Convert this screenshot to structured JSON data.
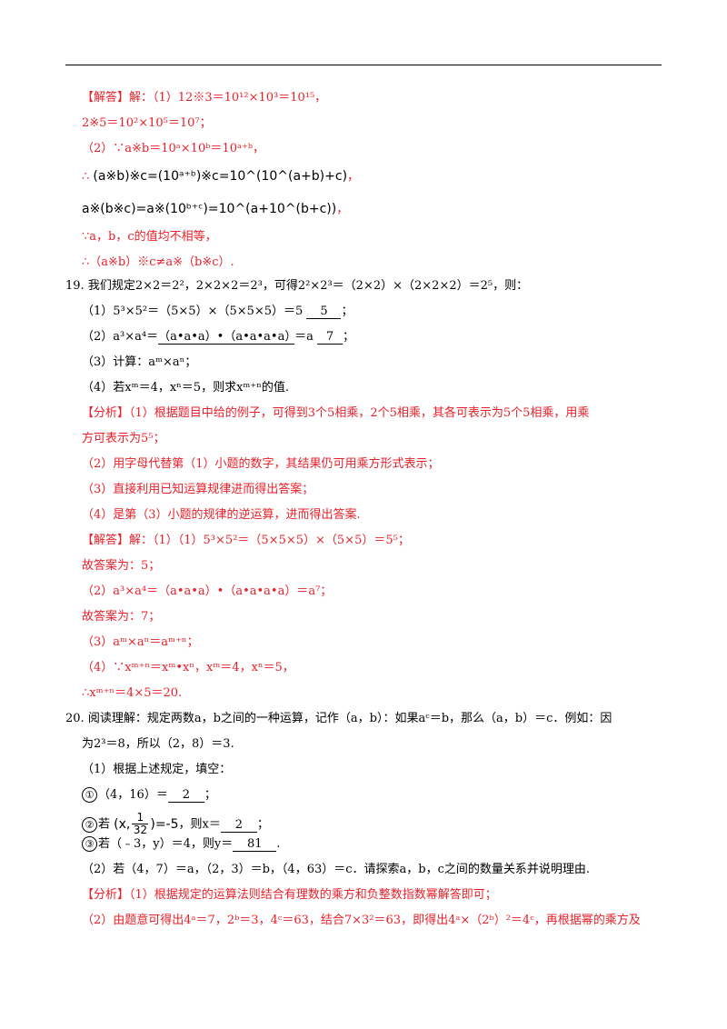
{
  "q18": {
    "label": "【解答】",
    "l1": "解：（1）12※3＝10¹²×10³＝10¹⁵，",
    "l2": "2※5＝10²×10⁵＝10⁷；",
    "l3": "（2）∵a※b＝10ᵃ×10ᵇ＝10ᵃ⁺ᵇ，",
    "l4_pre": "∴",
    "l4_img": "(a※b)※c=(10ᵃ⁺ᵇ)※c=10^(10^(a+b)+c)",
    "l5_img": "a※(b※c)=a※(10ᵇ⁺ᶜ)=10^(a+10^(b+c))",
    "l6": "∵a，b，c的值均不相等，",
    "l7": "∴（a※b）※c≠a※（b※c）."
  },
  "q19": {
    "number": "19.",
    "stem": "我们规定2×2＝2²，2×2×2＝2³，可得2²×2³＝（2×2）×（2×2×2）＝2⁵，则：",
    "p1": "（1）5³×5²＝（5×5）×（5×5×5）＝5",
    "p1_blank": "5",
    "p2_pre": "（2）a³×a⁴＝",
    "p2_blank": "（a•a•a）•（a•a•a•a）",
    "p2_mid": "＝a",
    "p2_blank2": "7",
    "p3": "（3）计算：aᵐ×aⁿ；",
    "p4": "（4）若xᵐ＝4，xⁿ＝5，则求xᵐ⁺ⁿ的值.",
    "analysis_label": "【分析】",
    "a1": "（1）根据题目中给的例子，可得到3个5相乘，2个5相乘，其各可表示为5个5相乘，用乘",
    "a1b": "方可表示为5⁵；",
    "a2": "（2）用字母代替第（1）小题的数字，其结果仍可用乘方形式表示；",
    "a3": "（3）直接利用已知运算规律进而得出答案；",
    "a4": "（4）是第（3）小题的规律的逆运算，进而得出答案.",
    "solution_label": "【解答】",
    "s1": "解：（1）（1）5³×5²＝（5×5×5）×（5×5）＝5⁵；",
    "s2": "故答案为：5；",
    "s3": "（2）a³×a⁴＝（a•a•a）•（a•a•a•a）＝a⁷；",
    "s4": "故答案为：7；",
    "s5": "（3）aᵐ×aⁿ＝aᵐ⁺ⁿ；",
    "s6": "（4）∵xᵐ⁺ⁿ＝xᵐ•xⁿ，xᵐ＝4，xⁿ＝5，",
    "s7": "∴xᵐ⁺ⁿ＝4×5＝20."
  },
  "q20": {
    "number": "20.",
    "stem1": "阅读理解：规定两数a，b之间的一种运算，记作（a，b）：如果aᶜ＝b，那么（a，b）＝c．例如：因",
    "stem2": "为2³＝8，所以（2，8）＝3.",
    "p1": "（1）根据上述规定，填空：",
    "c1": "①",
    "c2": "②",
    "c3": "③",
    "i1": "（4，16）＝",
    "i1_blank": "2",
    "i2_pre": "若",
    "i2_img": "(x, 1/32)=-5",
    "i2_num": "1",
    "i2_den": "32",
    "i2_post": "，则x＝",
    "i2_blank": "2",
    "i3": "若（﹣3，y）＝4，则y＝",
    "i3_blank": "81",
    "p2": "（2）若（4，7）＝a，（2，3）＝b，（4，63）＝c．请探索a，b，c之间的数量关系并说明理由.",
    "analysis_label": "【分析】",
    "a1": "（1）根据规定的运算法则结合有理数的乘方和负整数指数幂解答即可；",
    "a2": "（2）由题意可得出4ᵃ＝7，2ᵇ＝3，4ᶜ＝63，结合7×3²＝63，即得出4ᵃ×（2ᵇ）²＝4ᶜ，再根据幂的乘方及"
  }
}
